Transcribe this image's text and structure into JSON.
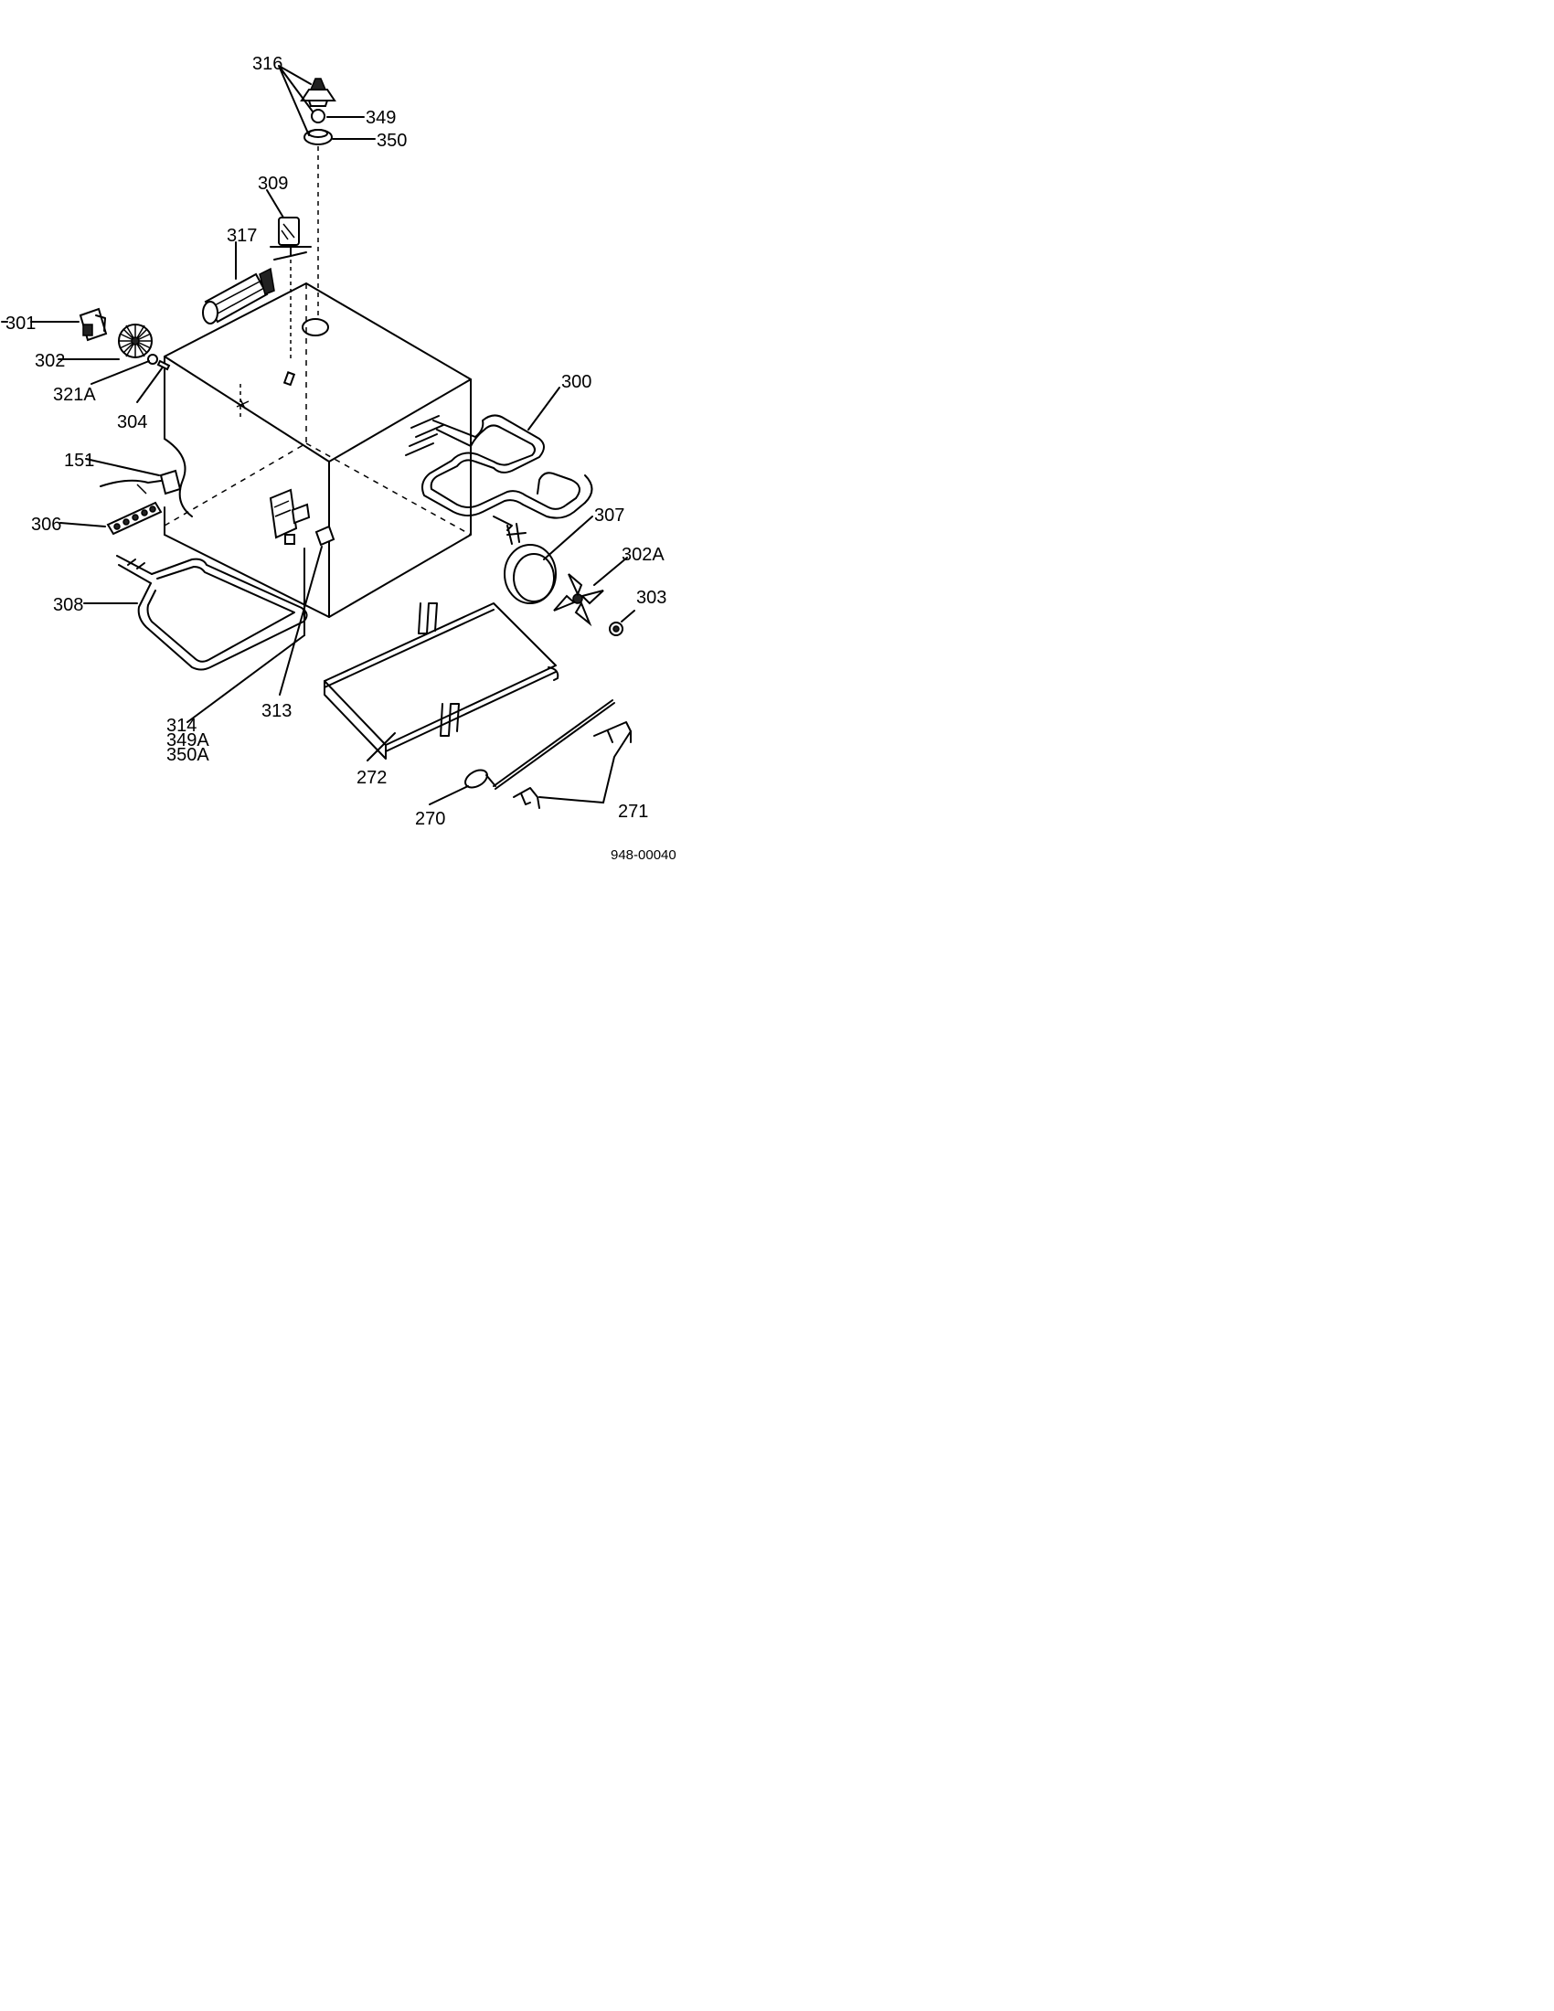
{
  "labels": {
    "p316": "316",
    "p349": "349",
    "p350": "350",
    "p309": "309",
    "p317": "317",
    "p301": "301",
    "p302": "302",
    "p321A": "321A",
    "p304": "304",
    "p151": "151",
    "p306": "306",
    "p308": "308",
    "p314": "314",
    "p349A": "349A",
    "p350A": "350A",
    "p313": "313",
    "p300": "300",
    "p307": "307",
    "p302A": "302A",
    "p303": "303",
    "p272": "272",
    "p270": "270",
    "p271": "271"
  },
  "drawing_code": "948-00040"
}
